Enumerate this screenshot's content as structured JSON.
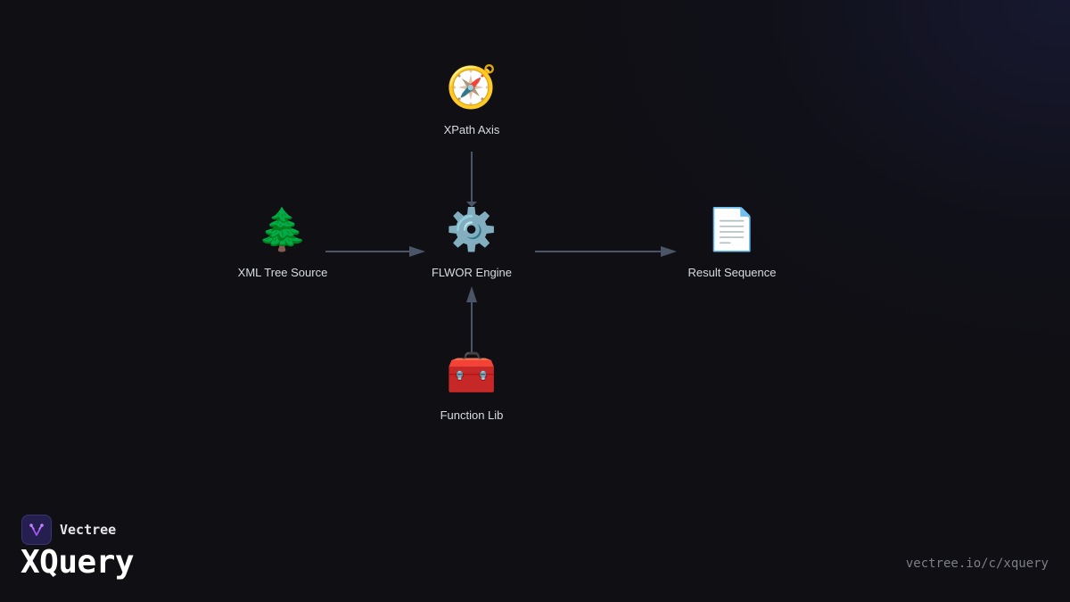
{
  "diagram": {
    "nodes": [
      {
        "id": "xpath",
        "label": "XPath Axis",
        "icon": "compass-icon",
        "glyph": "🧭"
      },
      {
        "id": "xml",
        "label": "XML Tree Source",
        "icon": "evergreen-tree-icon",
        "glyph": "🌲"
      },
      {
        "id": "flwor",
        "label": "FLWOR Engine",
        "icon": "gear-icon",
        "glyph": "⚙️"
      },
      {
        "id": "result",
        "label": "Result Sequence",
        "icon": "document-icon",
        "glyph": "📄"
      },
      {
        "id": "funclib",
        "label": "Function Lib",
        "icon": "toolbox-icon",
        "glyph": "🧰"
      }
    ],
    "edges": [
      {
        "from": "xpath",
        "to": "flwor"
      },
      {
        "from": "xml",
        "to": "flwor"
      },
      {
        "from": "flwor",
        "to": "result"
      },
      {
        "from": "funclib",
        "to": "flwor"
      }
    ],
    "edge_color": "#4a5568"
  },
  "brand": {
    "name": "Vectree",
    "logo_icon": "vectree-logo-icon",
    "accent": "#a855f7"
  },
  "title": "XQuery",
  "footer": {
    "url": "vectree.io/c/xquery"
  }
}
